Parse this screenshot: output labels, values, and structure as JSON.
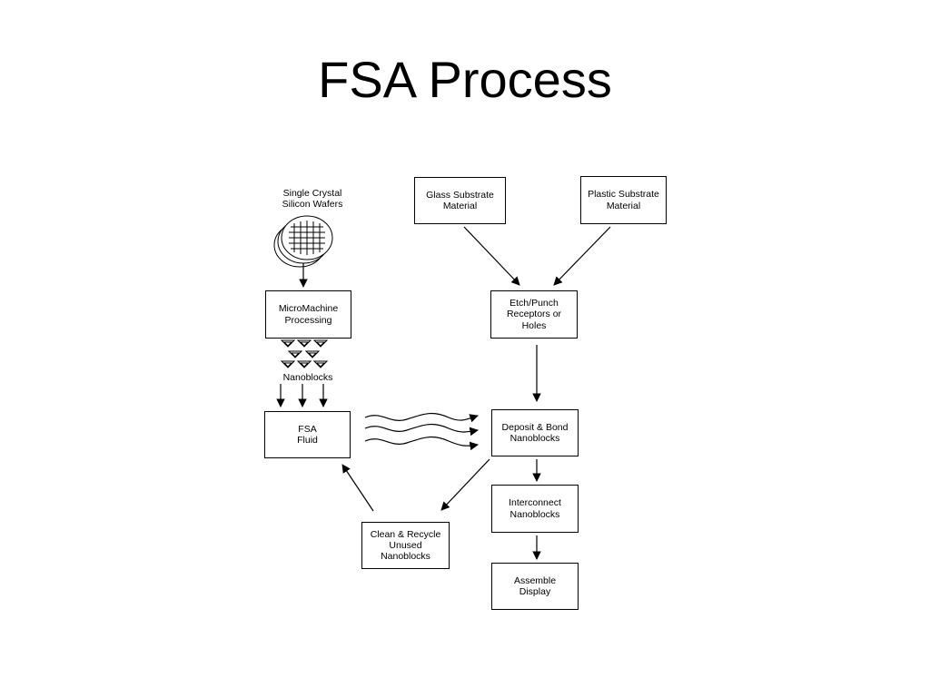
{
  "title": "FSA Process",
  "nodes": {
    "wafers_label": "Single Crystal\nSilicon Wafers",
    "micromachine": "MicroMachine\nProcessing",
    "nanoblocks_label": "Nanoblocks",
    "fsa_fluid": "FSA\nFluid",
    "glass": "Glass Substrate\nMaterial",
    "plastic": "Plastic Substrate\nMaterial",
    "etch": "Etch/Punch\nReceptors or\nHoles",
    "deposit": "Deposit & Bond\nNanoblocks",
    "interconnect": "Interconnect\nNanoblocks",
    "assemble": "Assemble\nDisplay",
    "clean": "Clean & Recycle\nUnused\nNanoblocks"
  }
}
